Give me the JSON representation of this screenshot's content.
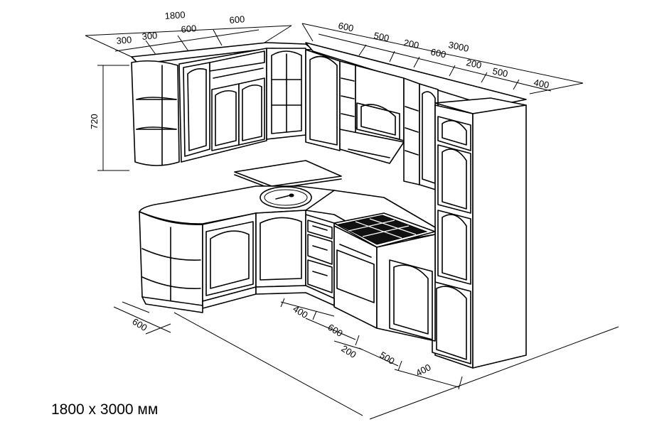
{
  "caption": "1800 х 3000 мм",
  "dimensions": {
    "top_left_total": "1800",
    "top_left_parts": [
      "300",
      "300",
      "600",
      "600"
    ],
    "top_right_total": "3000",
    "top_right_parts": [
      "600",
      "500",
      "200",
      "600",
      "200",
      "500",
      "400"
    ],
    "height": "720",
    "floor_left": "600",
    "floor_right_parts": [
      "400",
      "600",
      "200",
      "500",
      "400"
    ]
  }
}
